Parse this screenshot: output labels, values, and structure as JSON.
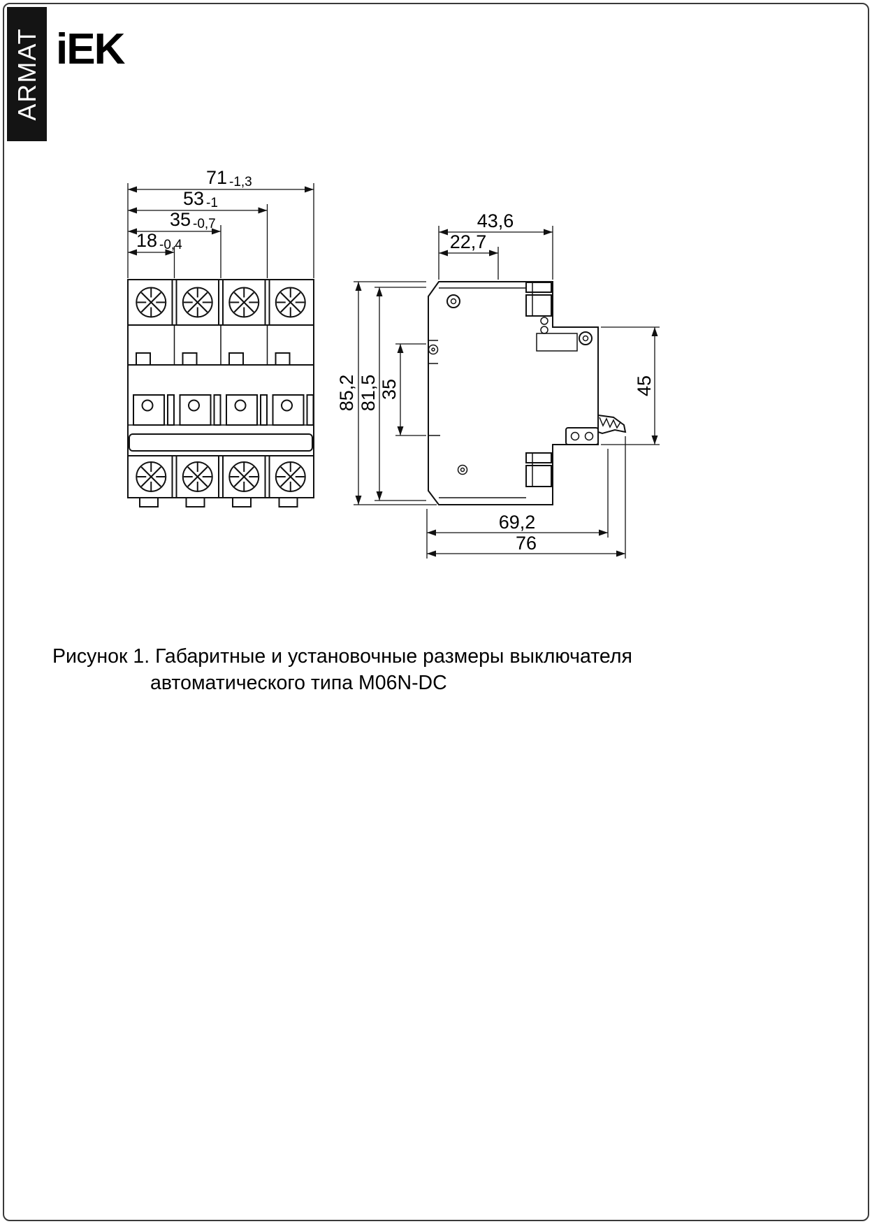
{
  "header": {
    "sidebar_text": "ARMAT",
    "logo_text": "iEK"
  },
  "figure_caption": {
    "line1": "Рисунок 1. Габаритные и установочные размеры выключателя",
    "line2": "автоматического типа M06N-DC"
  },
  "front_view": {
    "dims": [
      {
        "value": "71",
        "tol": "-1,3"
      },
      {
        "value": "53",
        "tol": "-1"
      },
      {
        "value": "35",
        "tol": "-0,7"
      },
      {
        "value": "18",
        "tol": "-0,4"
      }
    ]
  },
  "side_view": {
    "top_width_outer": "43,6",
    "top_width_inner": "22,7",
    "height_overall": "85,2",
    "height_housing": "81,5",
    "front_height": "35",
    "rail_section_height": "45",
    "depth_inner": "69,2",
    "depth_overall": "76"
  }
}
